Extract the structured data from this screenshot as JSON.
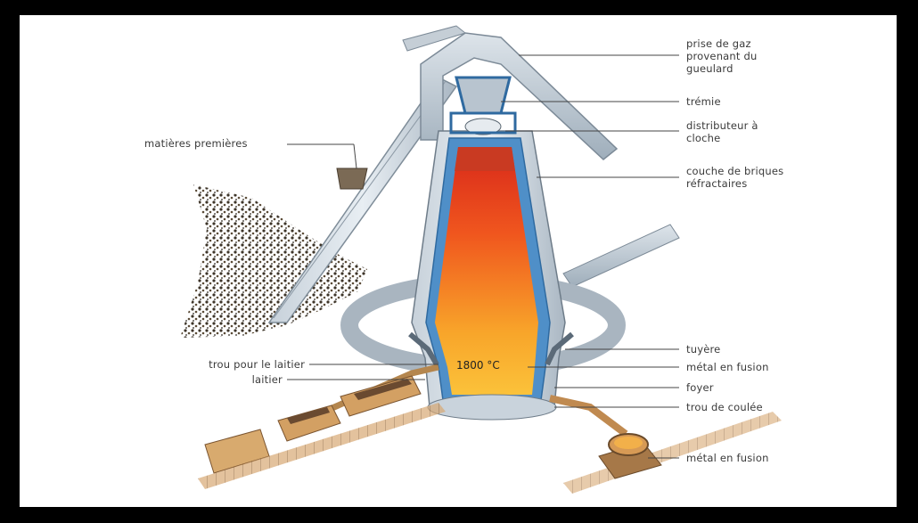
{
  "labels": {
    "prise_gaz": "prise de gaz\nprovenant du\ngueulard",
    "tremie": "trémie",
    "distributeur": "distributeur à\ncloche",
    "briques": "couche de briques\nréfractaires",
    "matieres": "matières premières",
    "tuyere": "tuyère",
    "metal_fusion_1": "métal en fusion",
    "foyer": "foyer",
    "trou_coulee": "trou de coulée",
    "metal_fusion_2": "métal en fusion",
    "trou_laitier": "trou pour le laitier",
    "laitier": "laitier",
    "temperature": "1800 °C"
  }
}
